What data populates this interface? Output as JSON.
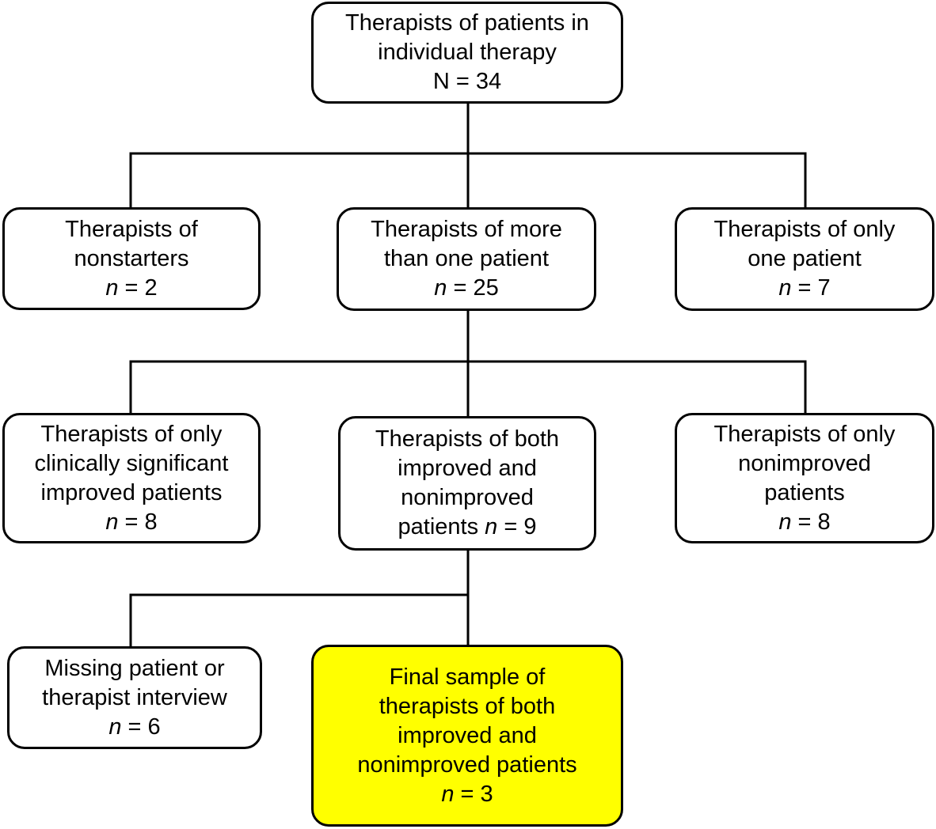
{
  "colors": {
    "box_fill": "#ffffff",
    "box_border": "#000000",
    "highlight_fill": "#ffff00",
    "connector": "#000000"
  },
  "nodes": {
    "root": {
      "lines": [
        "Therapists of patients in",
        "individual therapy"
      ],
      "count_label": "N",
      "count_value": "34"
    },
    "nonstarters": {
      "lines": [
        "Therapists of",
        "nonstarters"
      ],
      "count_label": "n",
      "count_value": "2"
    },
    "more_than_one": {
      "lines": [
        "Therapists of more",
        "than one patient"
      ],
      "count_label": "n",
      "count_value": "25"
    },
    "only_one": {
      "lines": [
        "Therapists of only",
        "one patient"
      ],
      "count_label": "n",
      "count_value": "7"
    },
    "only_improved": {
      "lines": [
        "Therapists of only",
        "clinically significant",
        "improved patients"
      ],
      "count_label": "n",
      "count_value": "8"
    },
    "both": {
      "lines": [
        "Therapists of both",
        "improved and",
        "nonimproved"
      ],
      "last_line_prefix": "patients",
      "count_label": "n",
      "count_value": "9"
    },
    "only_nonimproved": {
      "lines": [
        "Therapists of only",
        "nonimproved",
        "patients"
      ],
      "count_label": "n",
      "count_value": "8"
    },
    "missing": {
      "lines": [
        "Missing patient or",
        "therapist interview"
      ],
      "count_label": "n",
      "count_value": "6"
    },
    "final": {
      "lines": [
        "Final sample of",
        "therapists of both",
        "improved and",
        "nonimproved patients"
      ],
      "count_label": "n",
      "count_value": "3"
    }
  }
}
